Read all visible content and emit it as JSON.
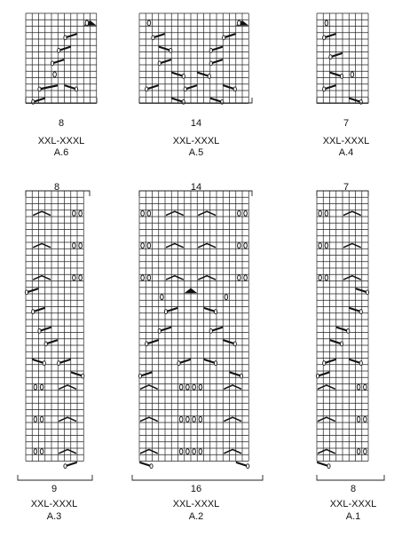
{
  "charts": [
    {
      "id": "A.6",
      "size": "XXL-XXXL",
      "name": "A.6",
      "count": "8"
    },
    {
      "id": "A.5",
      "size": "XXL-XXXL",
      "name": "A.5",
      "count": "14"
    },
    {
      "id": "A.4",
      "size": "XXL-XXXL",
      "name": "A.4",
      "count": "7"
    },
    {
      "id": "A.3",
      "size": "XXL-XXXL",
      "name": "A.3",
      "top_count": "8",
      "count": "9"
    },
    {
      "id": "A.2",
      "size": "XXL-XXXL",
      "name": "A.2",
      "top_count": "14",
      "count": "16"
    },
    {
      "id": "A.1",
      "size": "XXL-XXXL",
      "name": "A.1",
      "top_count": "7",
      "count": "8"
    }
  ]
}
